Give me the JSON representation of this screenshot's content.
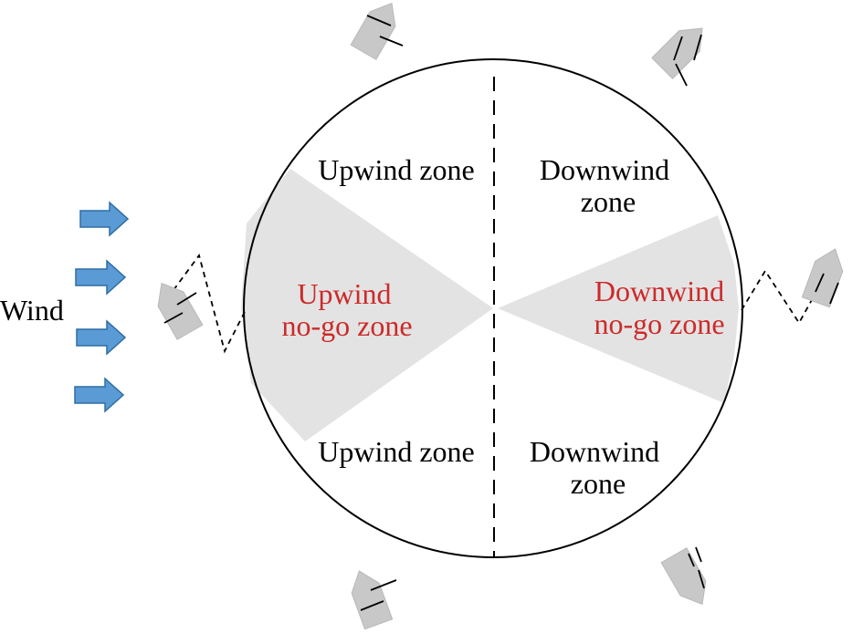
{
  "labels": {
    "wind": "Wind",
    "upwind_zone_top": "Upwind zone",
    "upwind_zone_bottom": "Upwind zone",
    "downwind_zone_top_line1": "Downwind",
    "downwind_zone_top_line2": "zone",
    "downwind_zone_bottom_line1": "Downwind",
    "downwind_zone_bottom_line2": "zone",
    "upwind_nogo_line1": "Upwind",
    "upwind_nogo_line2": "no-go zone",
    "downwind_nogo_line1": "Downwind",
    "downwind_nogo_line2": "no-go zone"
  },
  "colors": {
    "wind_arrow_fill": "#5b9bd5",
    "wind_arrow_stroke": "#2e6da4",
    "nogo_sector": "#e3e3e3",
    "nogo_text": "#cc2a2a",
    "boat": "#c8c8c8"
  }
}
